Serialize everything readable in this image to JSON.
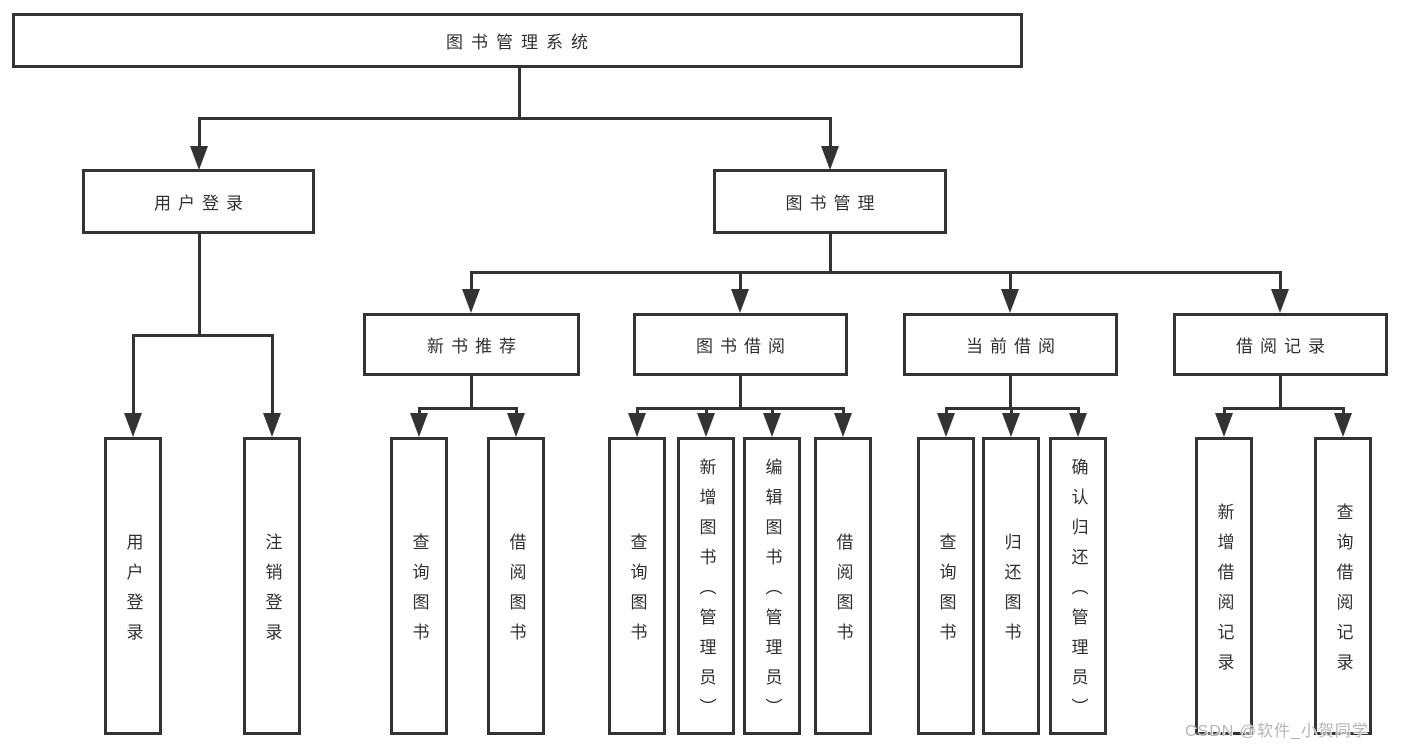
{
  "diagram_type": "functional-structure-tree",
  "tree": {
    "label": "图书管理系统",
    "children": [
      {
        "label": "用户登录",
        "children": [
          {
            "label": "用户登录"
          },
          {
            "label": "注销登录"
          }
        ]
      },
      {
        "label": "图书管理",
        "children": [
          {
            "label": "新书推荐",
            "children": [
              {
                "label": "查询图书"
              },
              {
                "label": "借阅图书"
              }
            ]
          },
          {
            "label": "图书借阅",
            "children": [
              {
                "label": "查询图书"
              },
              {
                "label": "新增图书（管理员）"
              },
              {
                "label": "编辑图书（管理员）"
              },
              {
                "label": "借阅图书"
              }
            ]
          },
          {
            "label": "当前借阅",
            "children": [
              {
                "label": "查询图书"
              },
              {
                "label": "归还图书"
              },
              {
                "label": "确认归还（管理员）"
              }
            ]
          },
          {
            "label": "借阅记录",
            "children": [
              {
                "label": "新增借阅记录"
              },
              {
                "label": "查询借阅记录"
              }
            ]
          }
        ]
      }
    ]
  },
  "watermark": {
    "text": "CSDN @软件_小贺同学"
  },
  "colors": {
    "line": "#333333",
    "text": "#303030",
    "watermark": "#b5b5b5",
    "background": "#ffffff"
  }
}
